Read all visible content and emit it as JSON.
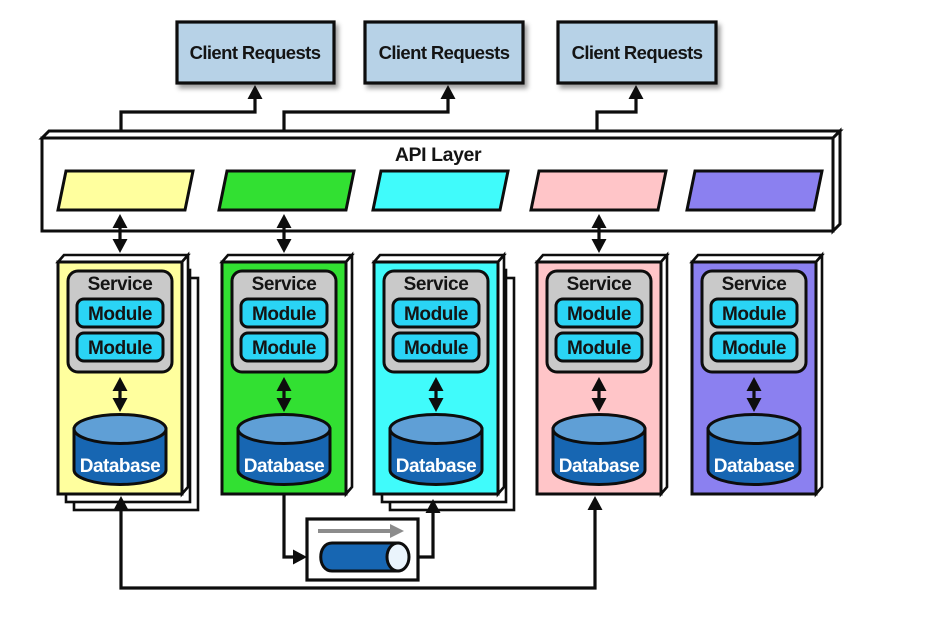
{
  "clients": [
    {
      "label": "Client Requests"
    },
    {
      "label": "Client Requests"
    },
    {
      "label": "Client Requests"
    }
  ],
  "api_layer": {
    "label": "API Layer"
  },
  "services": [
    {
      "id": "yellow",
      "color": "#ffff9e",
      "service": "Service",
      "modules": [
        "Module",
        "Module"
      ],
      "database": "Database",
      "stacked": true
    },
    {
      "id": "green",
      "color": "#32e032",
      "service": "Service",
      "modules": [
        "Module",
        "Module"
      ],
      "database": "Database",
      "stacked": false
    },
    {
      "id": "cyan",
      "color": "#40fbfb",
      "service": "Service",
      "modules": [
        "Module",
        "Module"
      ],
      "database": "Database",
      "stacked": true
    },
    {
      "id": "pink",
      "color": "#ffc5c8",
      "service": "Service",
      "modules": [
        "Module",
        "Module"
      ],
      "database": "Database",
      "stacked": false
    },
    {
      "id": "purple",
      "color": "#8b80f0",
      "service": "Service",
      "modules": [
        "Module",
        "Module"
      ],
      "database": "Database",
      "stacked": false
    }
  ],
  "colors": {
    "client_box": "#b7d2e7",
    "service_container": "#c9c9c9",
    "module": "#2ad4f5",
    "database_body": "#1766b2",
    "database_top": "#5f9fd6",
    "queue_cylinder": "#1766b2",
    "queue_arrow": "#8c8c8c",
    "api_parallelogram_yellow": "#ffff9e",
    "api_parallelogram_green": "#32e032",
    "api_parallelogram_cyan": "#40fbfb",
    "api_parallelogram_pink": "#ffc5c8",
    "api_parallelogram_purple": "#8b80f0"
  }
}
